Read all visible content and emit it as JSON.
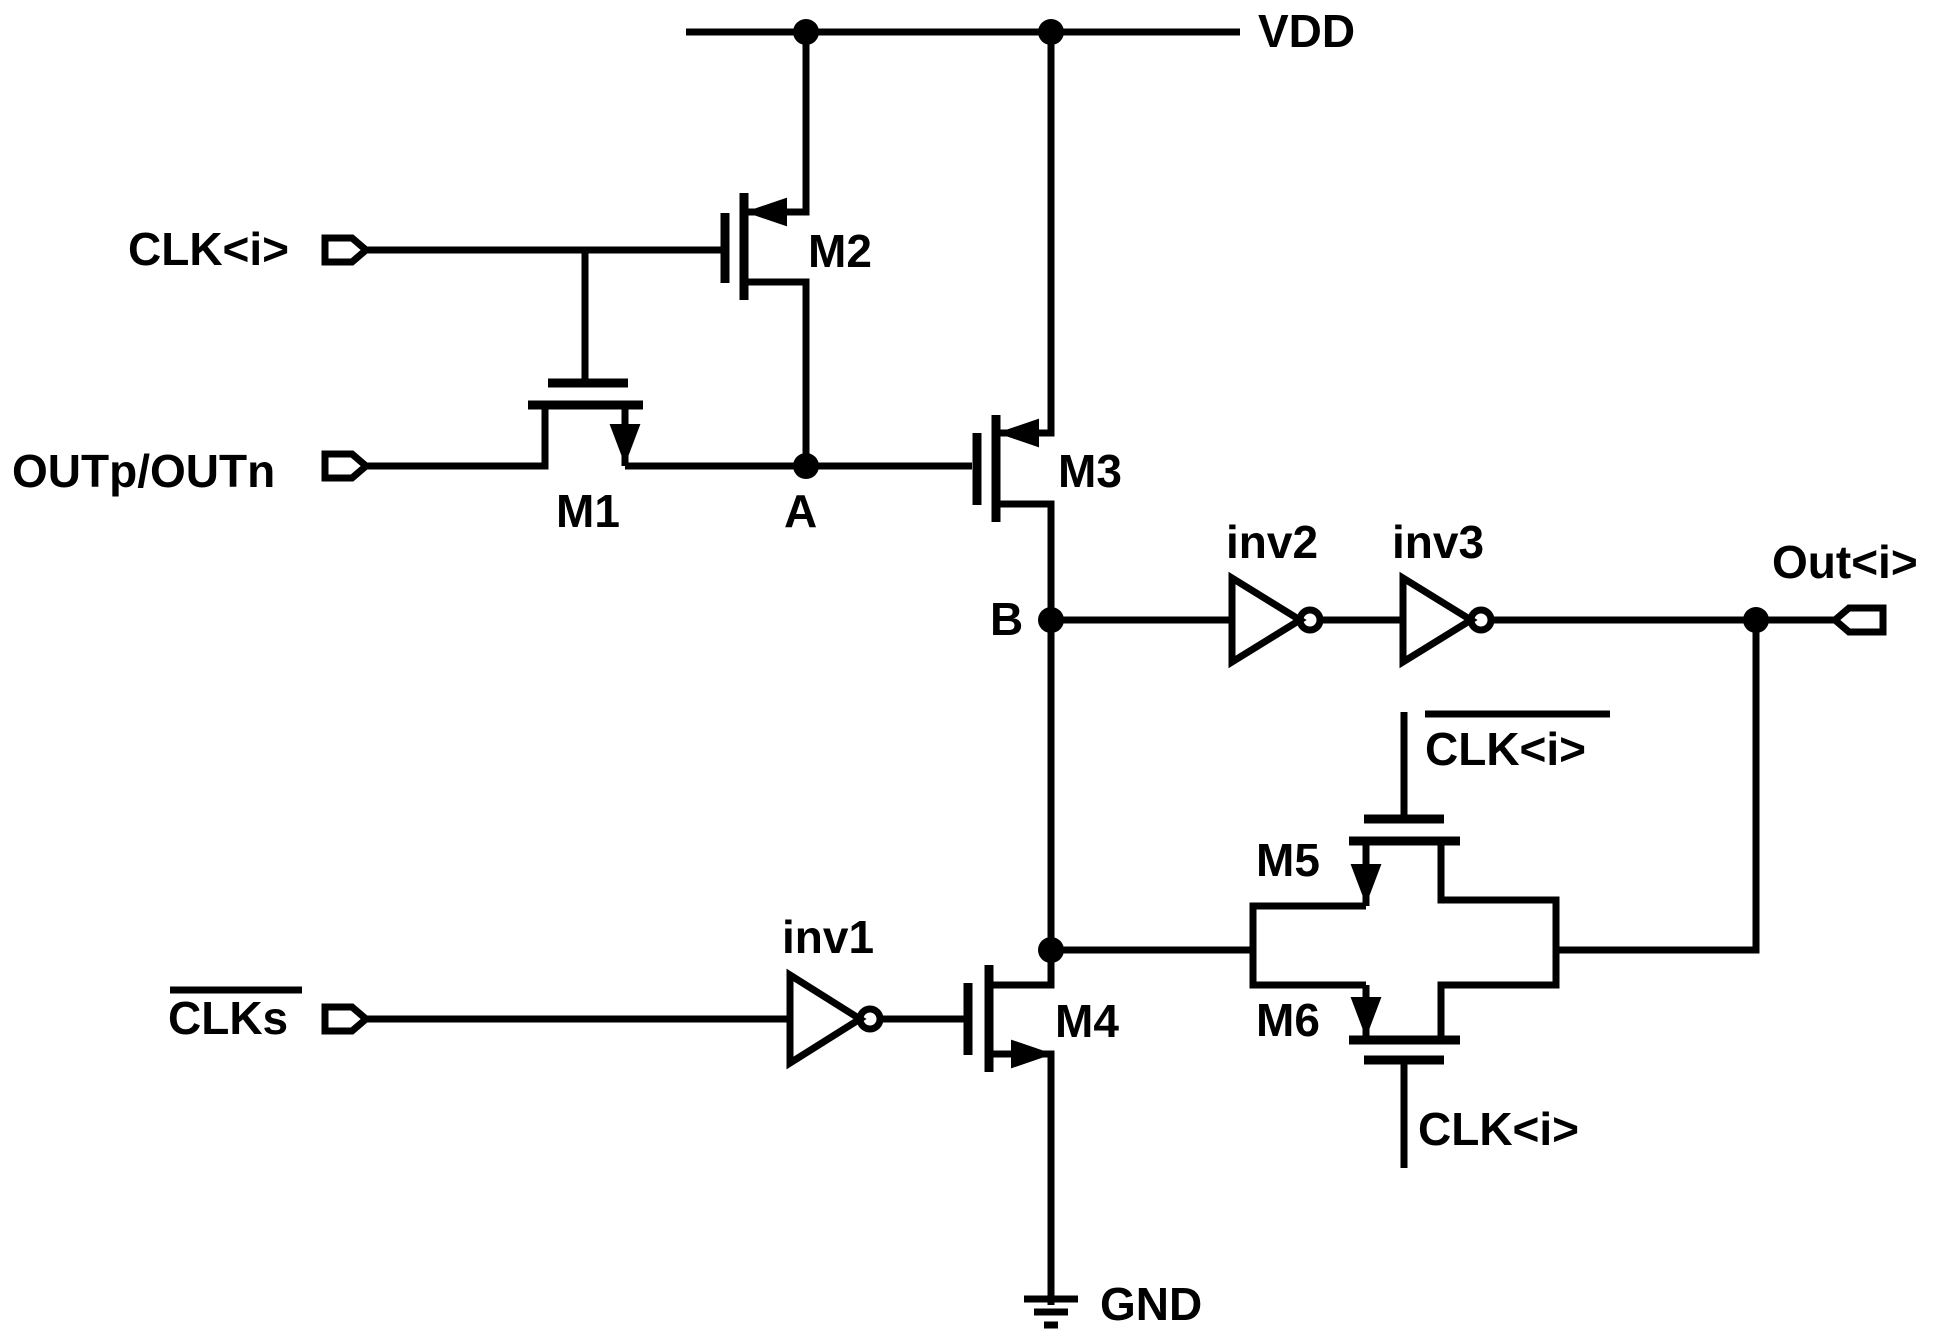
{
  "rails": {
    "vdd": "VDD",
    "gnd": "GND"
  },
  "ports": {
    "clk_in": "CLK<i>",
    "out_pn": "OUTp/OUTn",
    "clks_bar": "CLKs",
    "out_i": "Out<i>"
  },
  "gate_labels": {
    "m5_gate": "CLK<i>",
    "m6_gate": "CLK<i>"
  },
  "transistors": {
    "m1": "M1",
    "m2": "M2",
    "m3": "M3",
    "m4": "M4",
    "m5": "M5",
    "m6": "M6"
  },
  "inverters": {
    "inv1": "inv1",
    "inv2": "inv2",
    "inv3": "inv3"
  },
  "nodes": {
    "a": "A",
    "b": "B"
  },
  "colors": {
    "ink": "#000000",
    "background": "#ffffff"
  }
}
